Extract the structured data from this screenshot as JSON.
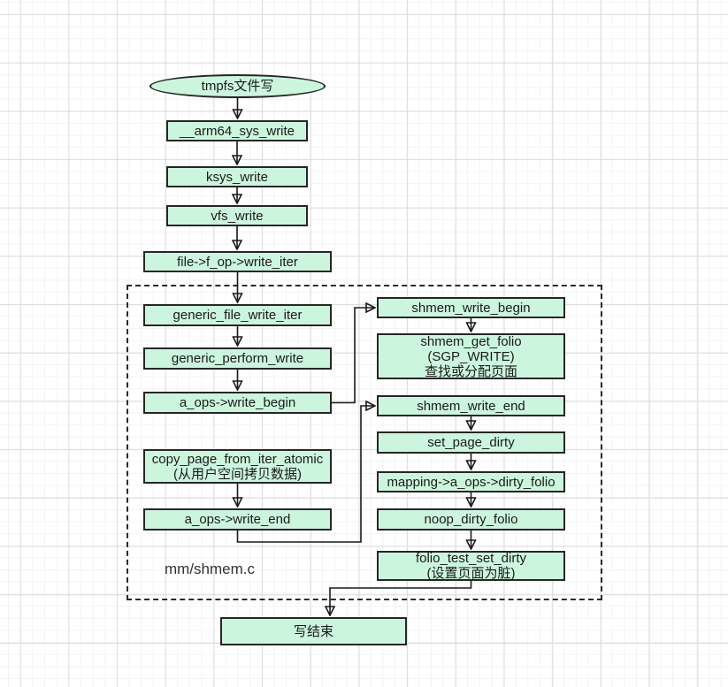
{
  "colors": {
    "node_fill": "#ccf5dd",
    "node_border": "#262626",
    "edge": "#1a1a1a",
    "text": "#1a1a1a",
    "container_border": "#2a2a2a",
    "grid_minor": "#f3f3f3",
    "grid_major": "#dcdcdc"
  },
  "diagram": {
    "start": "tmpfs文件写",
    "left_chain": {
      "arm64_sys_write": "__arm64_sys_write",
      "ksys_write": "ksys_write",
      "vfs_write": "vfs_write",
      "file_f_op_write_iter": "file->f_op->write_iter",
      "generic_file_write_iter": "generic_file_write_iter",
      "generic_perform_write": "generic_perform_write",
      "a_ops_write_begin": "a_ops->write_begin",
      "copy_page_line1": "copy_page_from_iter_atomic",
      "copy_page_line2": "(从用户空间拷贝数据)",
      "a_ops_write_end": "a_ops->write_end"
    },
    "right_chain": {
      "shmem_write_begin": "shmem_write_begin",
      "shmem_get_folio_line1": "shmem_get_folio",
      "shmem_get_folio_line2": "(SGP_WRITE)",
      "shmem_get_folio_line3": "查找或分配页面",
      "shmem_write_end": "shmem_write_end",
      "set_page_dirty": "set_page_dirty",
      "mapping_dirty_folio": "mapping->a_ops->dirty_folio",
      "noop_dirty_folio": "noop_dirty_folio",
      "folio_test_set_dirty_line1": "folio_test_set_dirty",
      "folio_test_set_dirty_line2": "(设置页面为脏)"
    },
    "container_label": "mm/shmem.c",
    "end": "写结束"
  }
}
